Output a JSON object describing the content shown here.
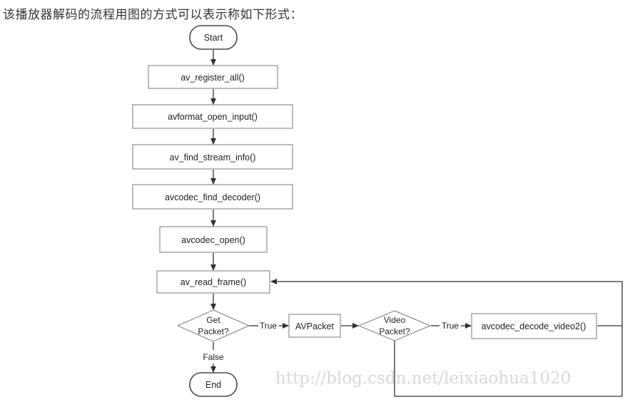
{
  "intro_text": "该播放器解码的流程用图的方式可以表示称如下形式：",
  "flowchart": {
    "start": "Start",
    "end": "End",
    "steps": {
      "register": "av_register_all()",
      "open_input": "avformat_open_input()",
      "stream_info": "av_find_stream_info()",
      "find_decoder": "avcodec_find_decoder()",
      "codec_open": "avcodec_open()",
      "read_frame": "av_read_frame()",
      "avpacket": "AVPacket",
      "decode": "avcodec_decode_video2()"
    },
    "decisions": {
      "get_packet_line1": "Get",
      "get_packet_line2": "Packet?",
      "video_packet_line1": "Video",
      "video_packet_line2": "Packet?"
    },
    "edge_labels": {
      "true_1": "True",
      "true_2": "True",
      "false": "False"
    }
  },
  "watermark": "http://blog.csdn.net/leixiaohua1020"
}
